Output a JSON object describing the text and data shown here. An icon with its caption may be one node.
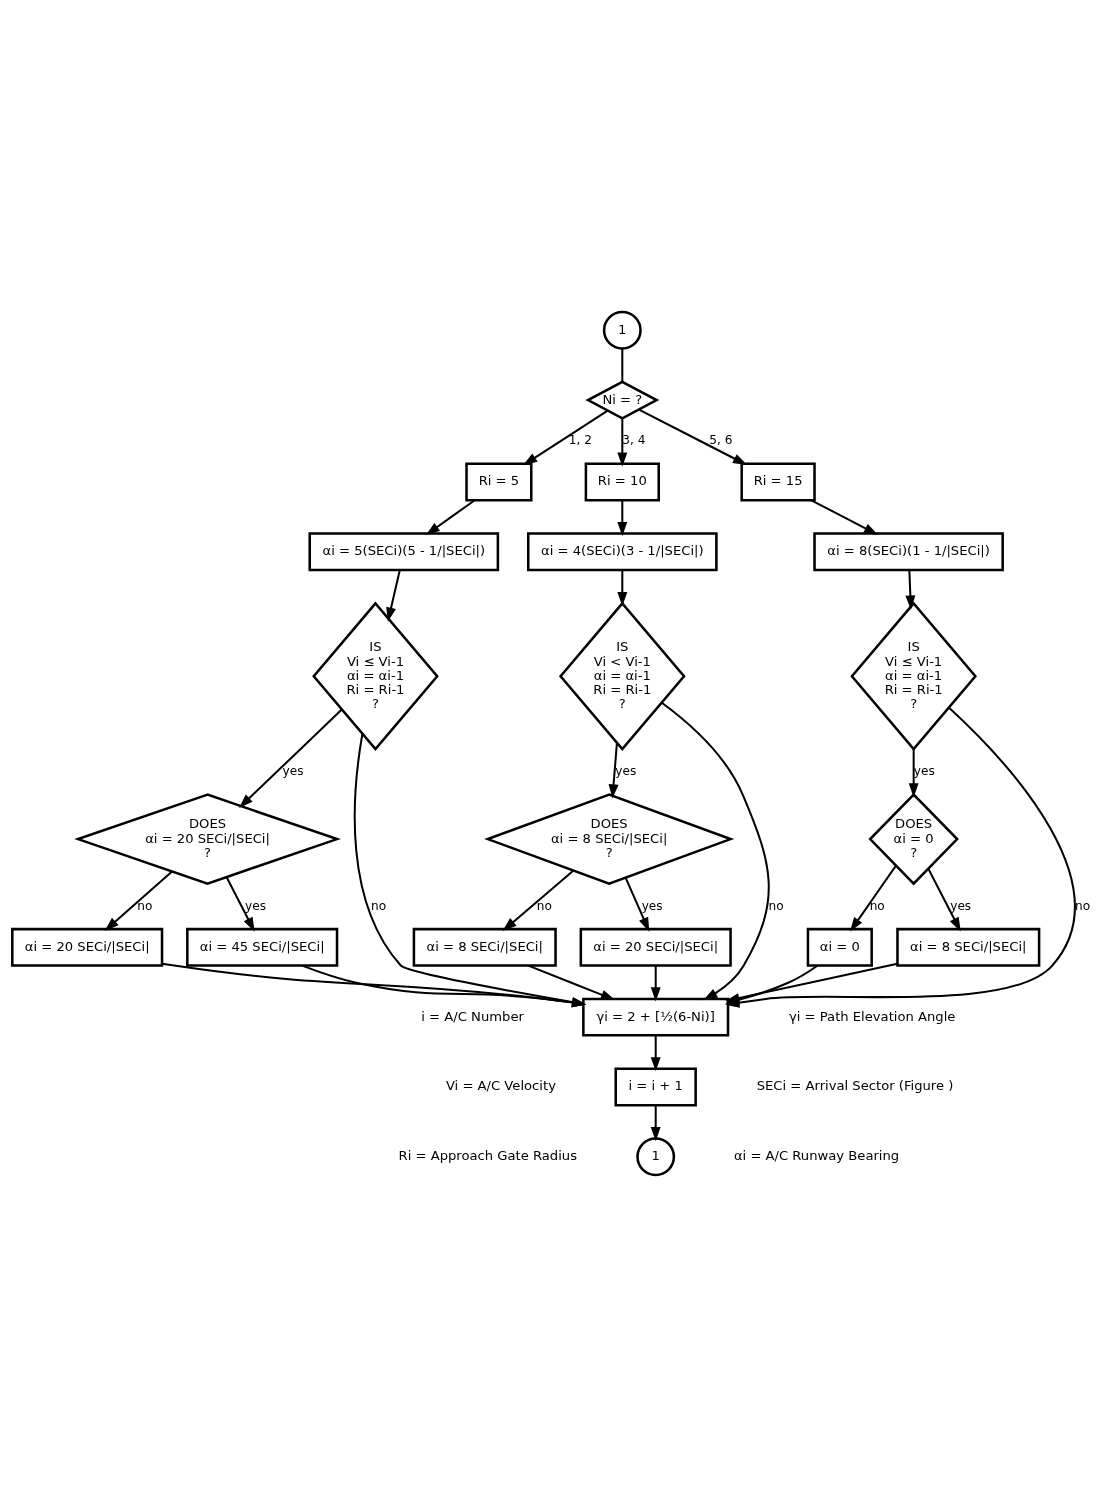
{
  "diagram": {
    "nodes": [
      {
        "text": [
          "1"
        ]
      },
      {
        "text": [
          "Ni = ?"
        ]
      },
      {
        "text": [
          "Ri = 5"
        ]
      },
      {
        "text": [
          "αi = 5(SECi)(5 - 1/|SECi|)"
        ]
      },
      {
        "text": [
          "IS",
          "Vi ≤ Vi-1",
          "αi = αi-1",
          "Ri = Ri-1",
          "?"
        ]
      },
      {
        "text": [
          "DOES",
          "αi = 20 SECi/|SECi|",
          "?"
        ]
      },
      {
        "text": [
          "αi = 20 SECi/|SECi|"
        ]
      },
      {
        "text": [
          "αi = 45 SECi/|SECi|"
        ]
      },
      {
        "text": [
          "Ri = 10"
        ]
      },
      {
        "text": [
          "αi = 4(SECi)(3 - 1/|SECi|)"
        ]
      },
      {
        "text": [
          "IS",
          "Vi < Vi-1",
          "αi = αi-1",
          "Ri = Ri-1",
          "?"
        ]
      },
      {
        "text": [
          "DOES",
          "αi = 8 SECi/|SECi|",
          "?"
        ]
      },
      {
        "text": [
          "αi = 8 SECi/|SECi|"
        ]
      },
      {
        "text": [
          "αi = 20 SECi/|SECi|"
        ]
      },
      {
        "text": [
          "Ri = 15"
        ]
      },
      {
        "text": [
          "αi = 8(SECi)(1 - 1/|SECi|)"
        ]
      },
      {
        "text": [
          "IS",
          "Vi ≤ Vi-1",
          "αi = αi-1",
          "Ri = Ri-1",
          "?"
        ]
      },
      {
        "text": [
          "DOES",
          "αi = 0",
          "?"
        ]
      },
      {
        "text": [
          "αi = 0"
        ]
      },
      {
        "text": [
          "αi = 8 SECi/|SECi|"
        ]
      },
      {
        "text": [
          "γi = 2 + [½(6-Ni)]"
        ]
      },
      {
        "text": [
          "i = i + 1"
        ]
      },
      {
        "text": [
          "1"
        ]
      }
    ],
    "edges": [
      {
        "from": 0,
        "to": 1,
        "arrow": "none"
      },
      {
        "from": 1,
        "to": 2,
        "arrow": "to",
        "label": "1, 2"
      },
      {
        "from": 1,
        "to": 8,
        "arrow": "to",
        "label": "3, 4"
      },
      {
        "from": 1,
        "to": 14,
        "arrow": "to",
        "label": "5, 6"
      },
      {
        "from": 2,
        "to": 3,
        "arrow": "to"
      },
      {
        "from": 3,
        "to": 4,
        "arrow": "to"
      },
      {
        "from": 4,
        "to": 20,
        "arrow": "to",
        "label": "no"
      },
      {
        "from": 4,
        "to": 5,
        "arrow": "to",
        "label": "yes"
      },
      {
        "from": 5,
        "to": 7,
        "arrow": "to",
        "label": "yes"
      },
      {
        "from": 5,
        "to": 6,
        "arrow": "to",
        "label": "no"
      },
      {
        "from": 6,
        "to": 20,
        "arrow": "to"
      },
      {
        "from": 7,
        "to": 20,
        "arrow": "to"
      },
      {
        "from": 8,
        "to": 9,
        "arrow": "to"
      },
      {
        "from": 9,
        "to": 10,
        "arrow": "to"
      },
      {
        "from": 10,
        "to": 20,
        "arrow": "to",
        "label": "no"
      },
      {
        "from": 10,
        "to": 11,
        "arrow": "to",
        "label": "yes"
      },
      {
        "from": 11,
        "to": 13,
        "arrow": "to",
        "label": "yes"
      },
      {
        "from": 11,
        "to": 12,
        "arrow": "to",
        "label": "no"
      },
      {
        "from": 12,
        "to": 20,
        "arrow": "to"
      },
      {
        "from": 13,
        "to": 20,
        "arrow": "to"
      },
      {
        "from": 14,
        "to": 15,
        "arrow": "to"
      },
      {
        "from": 15,
        "to": 16,
        "arrow": "to"
      },
      {
        "from": 16,
        "to": 20,
        "arrow": "to",
        "label": "no"
      },
      {
        "from": 16,
        "to": 17,
        "arrow": "to",
        "label": "yes"
      },
      {
        "from": 17,
        "to": 19,
        "arrow": "to",
        "label": "yes"
      },
      {
        "from": 17,
        "to": 18,
        "arrow": "to",
        "label": "no"
      },
      {
        "from": 18,
        "to": 20,
        "arrow": "to"
      },
      {
        "from": 19,
        "to": 20,
        "arrow": "to"
      },
      {
        "from": 20,
        "to": 21,
        "arrow": "to"
      },
      {
        "from": 21,
        "to": 22,
        "arrow": "to"
      }
    ],
    "labels": [
      "i = A/C Number",
      "γi = Path Elevation Angle",
      "Vi = A/C Velocity",
      "SECi = Arrival Sector (Figure )",
      "Ri = Approach Gate Radius",
      "αi = A/C Runway Bearing"
    ]
  }
}
